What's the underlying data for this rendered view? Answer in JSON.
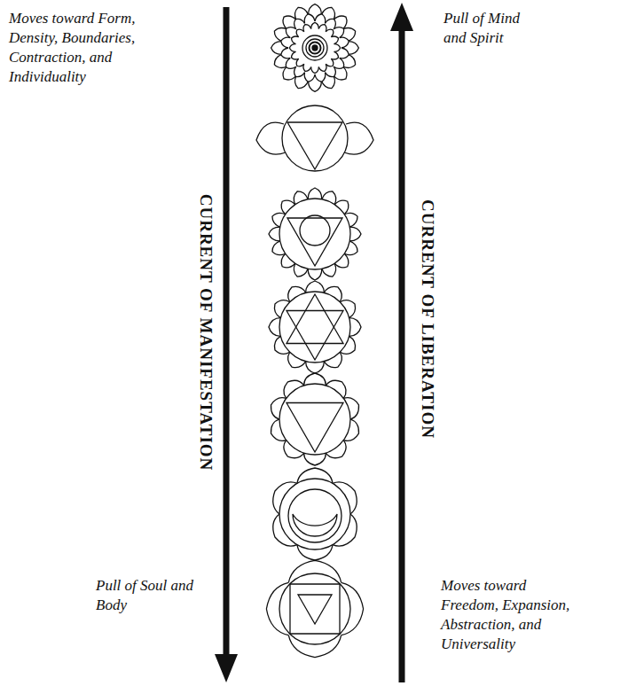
{
  "diagram": {
    "labels": [
      "Moves toward Form, Density, Boundaries, Contraction, and Individuality",
      "Pull of Mind and Spirit",
      "CURRENT OF MANIFESTATION",
      "CURRENT OF LIBERATION",
      "Pull of Soul and Body",
      "Moves toward Freedom, Expansion, Abstraction, and Universality"
    ]
  }
}
